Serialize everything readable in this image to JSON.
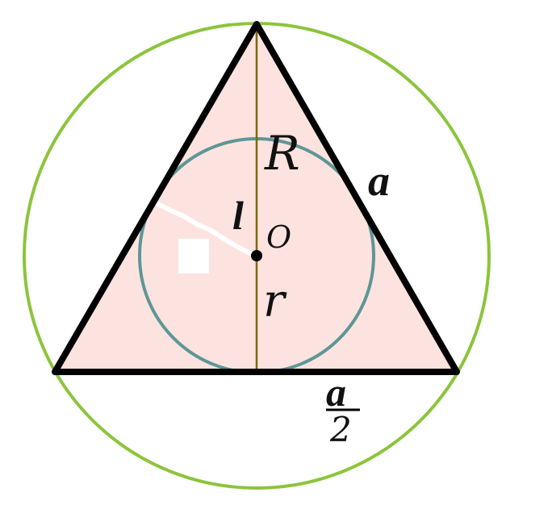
{
  "diagram": {
    "labels": {
      "R": "R",
      "a_side": "a",
      "l": "l",
      "o": "O",
      "r": "r",
      "half_numerator": "a",
      "half_denominator": "2"
    },
    "colors": {
      "outer_circle": "#8cc43c",
      "inner_circle": "#5e9696",
      "triangle_fill": "#fde3df",
      "triangle_stroke": "#000000",
      "height_line": "#7a6a00",
      "center_dot": "#000000"
    }
  }
}
